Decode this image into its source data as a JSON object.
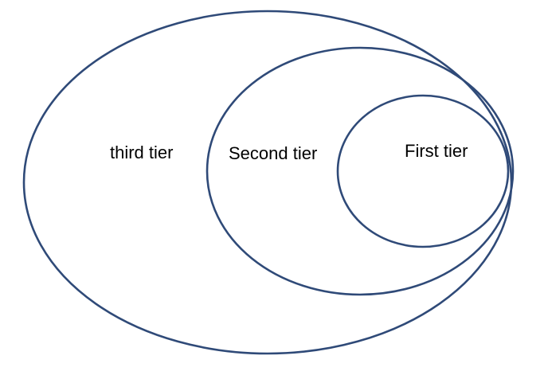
{
  "diagram": {
    "stroke_color": "#2f4a78",
    "tiers": [
      {
        "label": "third tier"
      },
      {
        "label": "Second tier"
      },
      {
        "label": "First tier"
      }
    ]
  }
}
